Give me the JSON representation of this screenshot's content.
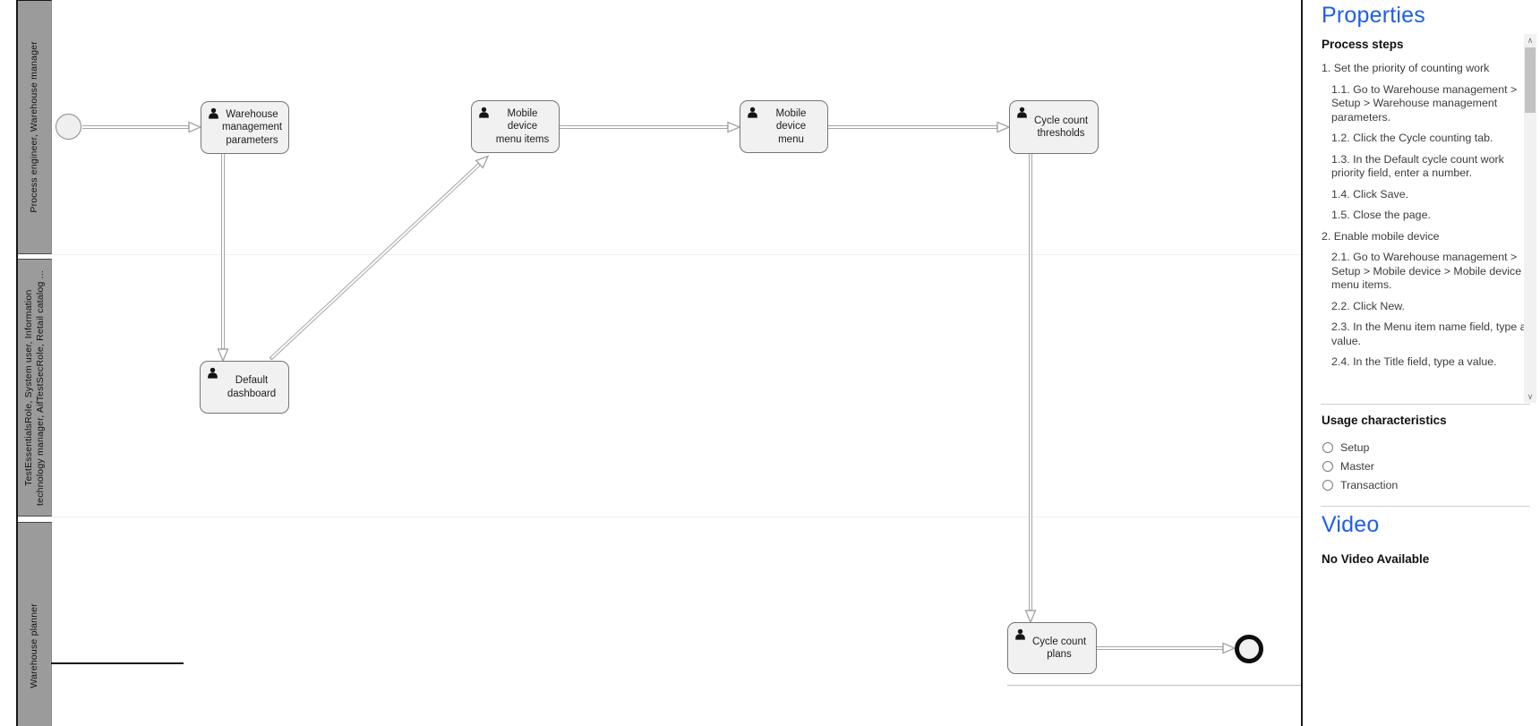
{
  "colors": {
    "accent_blue": "#1d5fe6",
    "lane_gray": "#9b9b9b",
    "node_fill": "#f1f1f1",
    "connector_gray": "#a6a6a6"
  },
  "diagram": {
    "lanes": [
      {
        "label": "Process engineer, Warehouse manager"
      },
      {
        "label": "TestEssentialsRole, System user, Information\ntechnology manager, AifTestSecRole, Retail catalog ..."
      },
      {
        "label": "Warehouse planner"
      }
    ],
    "nodes": [
      {
        "label": "Warehouse\nmanagement\nparameters"
      },
      {
        "label": "Mobile\ndevice\nmenu items"
      },
      {
        "label": "Mobile\ndevice\nmenu"
      },
      {
        "label": "Cycle count\nthresholds"
      },
      {
        "label": "Default\ndashboard"
      },
      {
        "label": "Cycle count\nplans"
      }
    ],
    "node_icon": "person-icon",
    "events": {
      "start": "start-event",
      "end": "end-event"
    }
  },
  "panel": {
    "title": "Properties",
    "steps_heading": "Process steps",
    "steps": [
      "1. Set the priority of counting work",
      "1.1. Go to Warehouse management > Setup > Warehouse management parameters.",
      "1.2. Click the Cycle counting tab.",
      "1.3. In the Default cycle count work priority field, enter a number.",
      "1.4. Click Save.",
      "1.5. Close the page.",
      "2. Enable mobile device",
      "2.1. Go to Warehouse management > Setup > Mobile device > Mobile device menu items.",
      "2.2. Click New.",
      "2.3. In the Menu item name field, type a value.",
      "2.4. In the Title field, type a value."
    ],
    "scrollbar": {
      "up_icon": "∧",
      "down_icon": "∨"
    },
    "usage_heading": "Usage characteristics",
    "usage_options": [
      "Setup",
      "Master",
      "Transaction"
    ],
    "video_heading": "Video",
    "video_status": "No Video Available"
  }
}
